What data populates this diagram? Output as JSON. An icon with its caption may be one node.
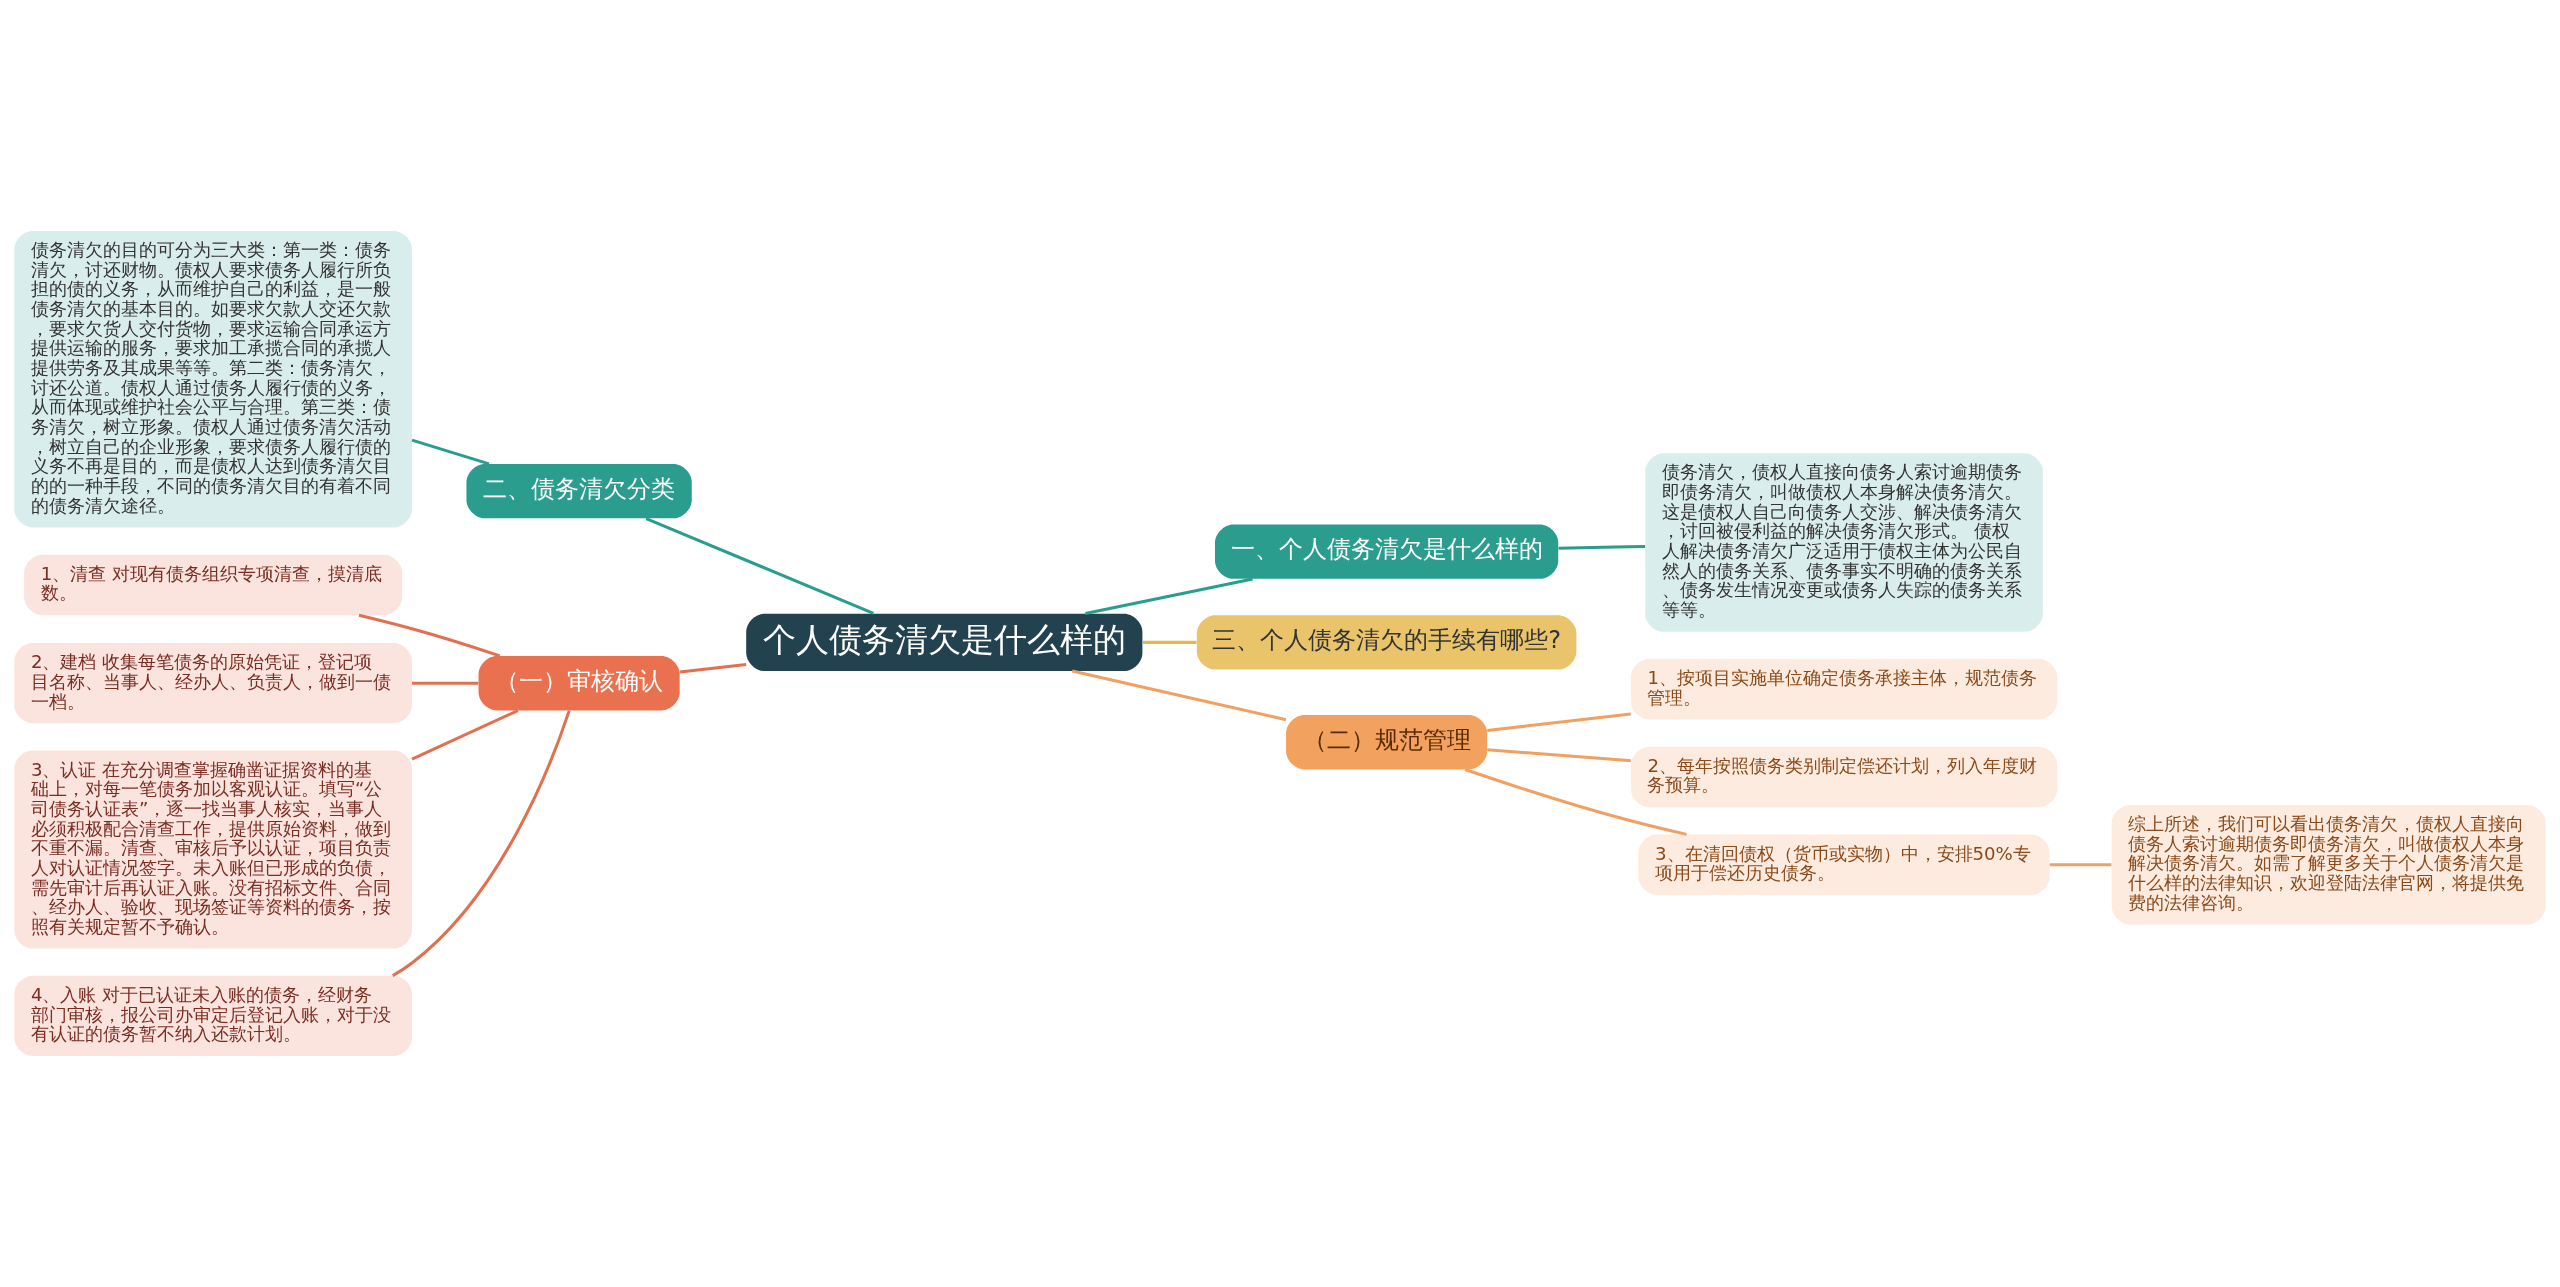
{
  "diagram": {
    "nodes": [
      {
        "text": [
          "个人债务清欠是什么样的"
        ]
      },
      {
        "text": [
          "二、债务清欠分类"
        ]
      },
      {
        "text": [
          "债务清欠的目的可分为三大类：第一类：债务清欠，讨还财物。债权人要求债务人履行所负担的债的义务，从而维护自己的利益，是一般债务清欠的基本目的。如要求欠款人交还欠款，要求欠货人交付货物，要求运输合同承运方提供运输的服务，要求加工承揽合同的承揽人提供劳务及其成果等等。第二类：债务清欠，讨还公道。债权人通过债务人履行债的义务，从而体现或维护社会公平与合理。第三类：债务清欠，树立形象。债权人通过债务清欠活动，树立自己的企业形象，要求债务人履行债的义务不再是目的，而是债权人达到债务清欠目的的一种手段，不同的债务清欠目的有着不同的债务清欠途径。"
        ]
      },
      {
        "text": [
          "（一）审核确认"
        ]
      },
      {
        "text": [
          "1、清查 对现有债务组织专项清查，摸清底数。"
        ]
      },
      {
        "text": [
          "2、建档 收集每笔债务的原始凭证，登记项目名称、当事人、经办人、负责人，做到一债一档。"
        ]
      },
      {
        "text": [
          "3、认证 在充分调查掌握确凿证据资料的基础上，对每一笔债务加以客观认证。填写“公司债务认证表”，逐一找当事人核实，当事人必须积极配合清查工作，提供原始资料，做到不重不漏。清查、审核后予以认证，项目负责人对认证情况签字。未入账但已形成的负债，需先审计后再认证入账。没有招标文件、合同、经办人、验收、现场签证等资料的债务，按照有关规定暂不予确认。"
        ]
      },
      {
        "text": [
          "4、入账 对于已认证未入账的债务，经财务部门审核，报公司办审定后登记入账，对于没有认证的债务暂不纳入还款计划。"
        ]
      },
      {
        "text": [
          "一、个人债务清欠是什么样的"
        ]
      },
      {
        "text": [
          "债务清欠，债权人直接向债务人索讨逾期债务即债务清欠，叫做债权人本身解决债务清欠。这是债权人自己向债务人交涉、解决债务清欠，讨回被侵利益的解决债务清欠形式。 债权人解决债务清欠广泛适用于债权主体为公民自然人的债务关系、债务事实不明确的债务关系、债务发生情况变更或债务人失踪的债务关系等等。"
        ]
      },
      {
        "text": [
          "三、个人债务清欠的手续有哪些?"
        ]
      },
      {
        "text": [
          "（二）规范管理"
        ]
      },
      {
        "text": [
          "1、按项目实施单位确定债务承接主体，规范债务管理。"
        ]
      },
      {
        "text": [
          "2、每年按照债务类别制定偿还计划，列入年度财务预算。"
        ]
      },
      {
        "text": [
          "3、在清回债权（货币或实物）中，安排50%专项用于偿还历史债务。"
        ]
      },
      {
        "text": [
          "综上所述，我们可以看出债务清欠，债权人直接向债务人索讨逾期债务即债务清欠，叫做债权人本身解决债务清欠。如需了解更多关于个人债务清欠是什么样的法律知识，欢迎登陆法律官网，将提供免费的法律咨询。"
        ]
      }
    ],
    "edges": [
      {
        "from": 0,
        "to": 1,
        "arrow": "none",
        "color": "#2a9d8f"
      },
      {
        "from": 1,
        "to": 2,
        "arrow": "none",
        "color": "#2a9d8f"
      },
      {
        "from": 0,
        "to": 3,
        "arrow": "none",
        "color": "#e07050"
      },
      {
        "from": 3,
        "to": 4,
        "arrow": "none",
        "color": "#e07050"
      },
      {
        "from": 3,
        "to": 5,
        "arrow": "none",
        "color": "#e07050"
      },
      {
        "from": 3,
        "to": 6,
        "arrow": "none",
        "color": "#e07050"
      },
      {
        "from": 3,
        "to": 7,
        "arrow": "none",
        "color": "#e07050"
      },
      {
        "from": 0,
        "to": 8,
        "arrow": "none",
        "color": "#2a9d8f"
      },
      {
        "from": 8,
        "to": 9,
        "arrow": "none",
        "color": "#2a9d8f"
      },
      {
        "from": 0,
        "to": 10,
        "arrow": "none",
        "color": "#e6b94f"
      },
      {
        "from": 0,
        "to": 11,
        "arrow": "none",
        "color": "#f0a060"
      },
      {
        "from": 11,
        "to": 12,
        "arrow": "none",
        "color": "#f0a060"
      },
      {
        "from": 11,
        "to": 13,
        "arrow": "none",
        "color": "#f0a060"
      },
      {
        "from": 11,
        "to": 14,
        "arrow": "none",
        "color": "#f0a060"
      },
      {
        "from": 14,
        "to": 15,
        "arrow": "none",
        "color": "#f0a060"
      }
    ]
  }
}
